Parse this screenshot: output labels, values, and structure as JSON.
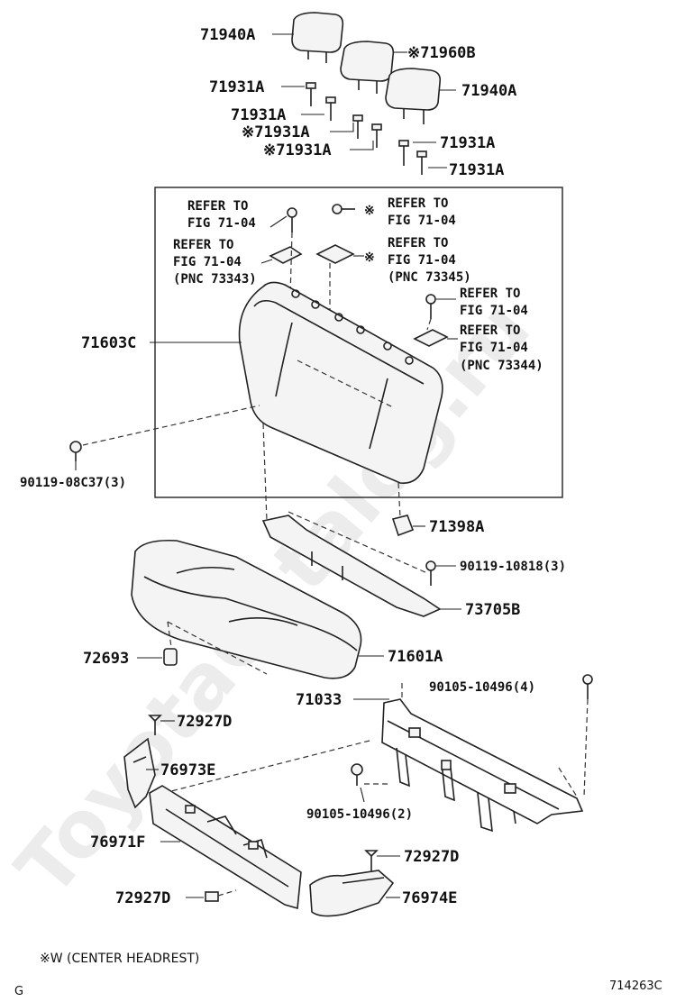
{
  "labels": {
    "l71940a_1": "71940A",
    "l71960b": "※71960B",
    "l71940a_2": "71940A",
    "l71931a_1": "71931A",
    "l71931a_2": "71931A",
    "l71931a_3": "※71931A",
    "l71931a_4": "※71931A",
    "l71931a_5": "71931A",
    "l71931a_6": "71931A",
    "ref1_a": "REFER TO",
    "ref1_b": "FIG 71-04",
    "ref2_a": "REFER TO",
    "ref2_b": "FIG 71-04",
    "ref3_a": "REFER TO",
    "ref3_b": "FIG 71-04",
    "ref3_c": "(PNC 73343)",
    "ref4_a": "REFER TO",
    "ref4_b": "FIG 71-04",
    "ref4_c": "(PNC 73345)",
    "ref5_a": "REFER TO",
    "ref5_b": "FIG 71-04",
    "ref6_a": "REFER TO",
    "ref6_b": "FIG 71-04",
    "ref6_c": "(PNC 73344)",
    "ref_mark_1": "※",
    "ref_mark_2": "※",
    "l71603c": "71603C",
    "l90119_08c37": "90119-08C37(3)",
    "l71398a": "71398A",
    "l90119_10818": "90119-10818(3)",
    "l73705b": "73705B",
    "l72693": "72693",
    "l71601a": "71601A",
    "l90105_10496_4": "90105-10496(4)",
    "l71033": "71033",
    "l72927d_1": "72927D",
    "l76973e": "76973E",
    "l90105_10496_2": "90105-10496(2)",
    "l76971f": "76971F",
    "l72927d_2": "72927D",
    "l72927d_3": "72927D",
    "l76974e": "76974E"
  },
  "footnote": "※W (CENTER  HEADREST)",
  "corner_left": "G",
  "figure_code": "714263C",
  "watermark": "ToyotaCatalog.ru"
}
